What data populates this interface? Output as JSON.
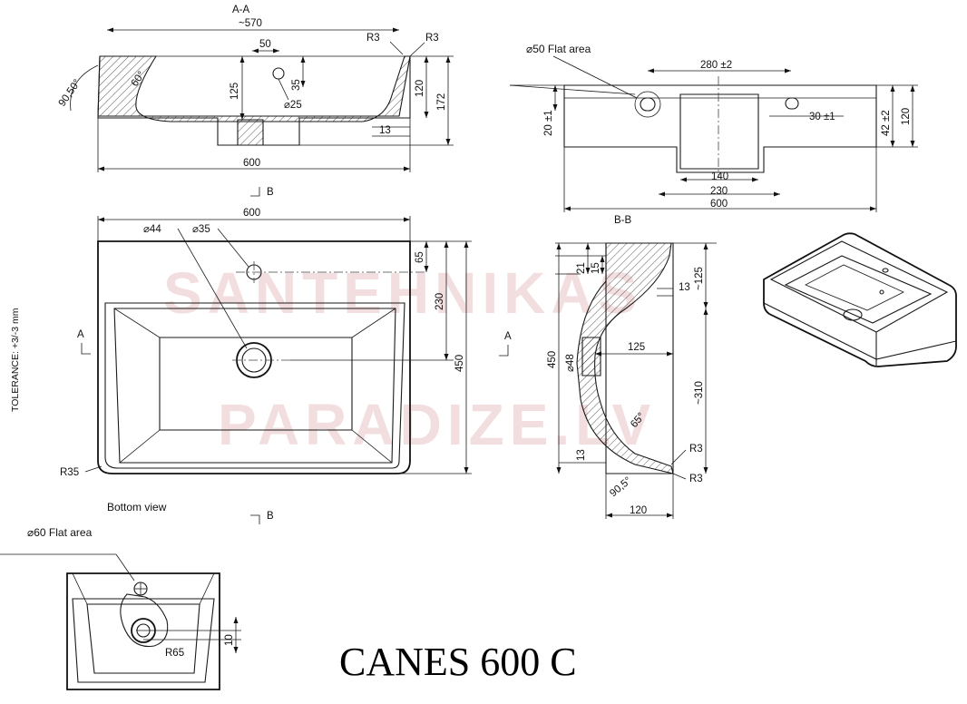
{
  "title": "CANES 600 C",
  "watermark": {
    "line1": "SANTEHNIKAS",
    "line2": "PARADIZE.LV"
  },
  "section_aa": {
    "label": "A-A",
    "dims": [
      "~570",
      "R3",
      "R3",
      "50",
      "125",
      "35",
      "⌀25",
      "120",
      "172",
      "13",
      "600",
      "90,50°",
      "60°"
    ]
  },
  "front_view": {
    "flat_area": "⌀50 Flat area",
    "dims": [
      "280 ±2",
      "20 ±1",
      "30 ±1",
      "42 ±2",
      "120",
      "140",
      "230",
      "600"
    ]
  },
  "top_view": {
    "section_marker": "B",
    "dims": [
      "600",
      "⌀44",
      "⌀35",
      "65",
      "230",
      "450",
      "R35"
    ],
    "caption": "Bottom view",
    "section_a": "A",
    "tolerance": "TOLERANCE: +3/-3 mm"
  },
  "section_bb": {
    "label": "B-B",
    "dims": [
      "21",
      "15",
      "~125",
      "13",
      "125",
      "⌀48",
      "450",
      "~310",
      "65°",
      "R3",
      "R3",
      "13",
      "90,5°",
      "120"
    ],
    "section_a": "A"
  },
  "bottom_view": {
    "flat_area": "⌀60 Flat area",
    "dims": [
      "R65",
      "10"
    ]
  },
  "colors": {
    "line": "#1a1a1a",
    "watermark": "#f2dede"
  }
}
